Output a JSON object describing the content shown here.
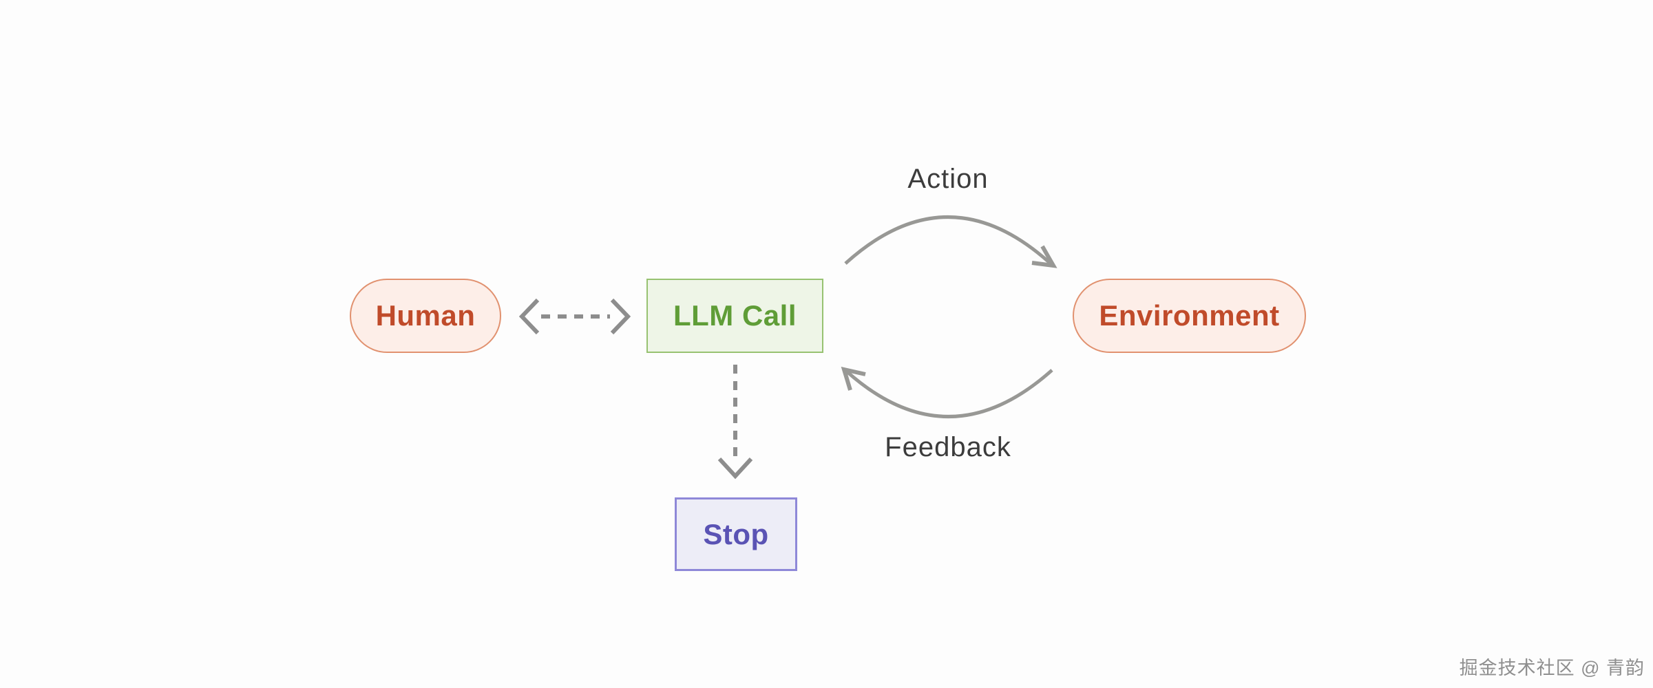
{
  "diagram": {
    "type": "flow-diagram",
    "topic": "LLM agent loop",
    "nodes": [
      {
        "id": "human",
        "label": "Human",
        "shape": "pill",
        "fill": "#fdeee8",
        "border": "#e1916f",
        "text_color": "#c04b2a"
      },
      {
        "id": "llm-call",
        "label": "LLM Call",
        "shape": "rect",
        "fill": "#eef5e7",
        "border": "#97c271",
        "text_color": "#5f9d37"
      },
      {
        "id": "environment",
        "label": "Environment",
        "shape": "pill",
        "fill": "#fdeee8",
        "border": "#e1916f",
        "text_color": "#c04b2a"
      },
      {
        "id": "stop",
        "label": "Stop",
        "shape": "rect",
        "fill": "#ededf7",
        "border": "#8e88d8",
        "text_color": "#5a53b4"
      }
    ],
    "edges": [
      {
        "from": "llm-call",
        "to": "environment",
        "label": "Action",
        "style": "solid-curved-arrow"
      },
      {
        "from": "environment",
        "to": "llm-call",
        "label": "Feedback",
        "style": "solid-curved-arrow"
      },
      {
        "from": "human",
        "to": "llm-call",
        "label": "",
        "style": "dashed-double-headed-arrow"
      },
      {
        "from": "llm-call",
        "to": "stop",
        "label": "",
        "style": "dashed-arrow"
      }
    ],
    "colors": {
      "background": "#fdfdfd",
      "solid_arrow": "#989895",
      "dashed_arrow": "#8d8d8d",
      "edge_label_text": "#3c3c3c"
    }
  },
  "watermark": {
    "text": "掘金技术社区 @ 青韵"
  }
}
